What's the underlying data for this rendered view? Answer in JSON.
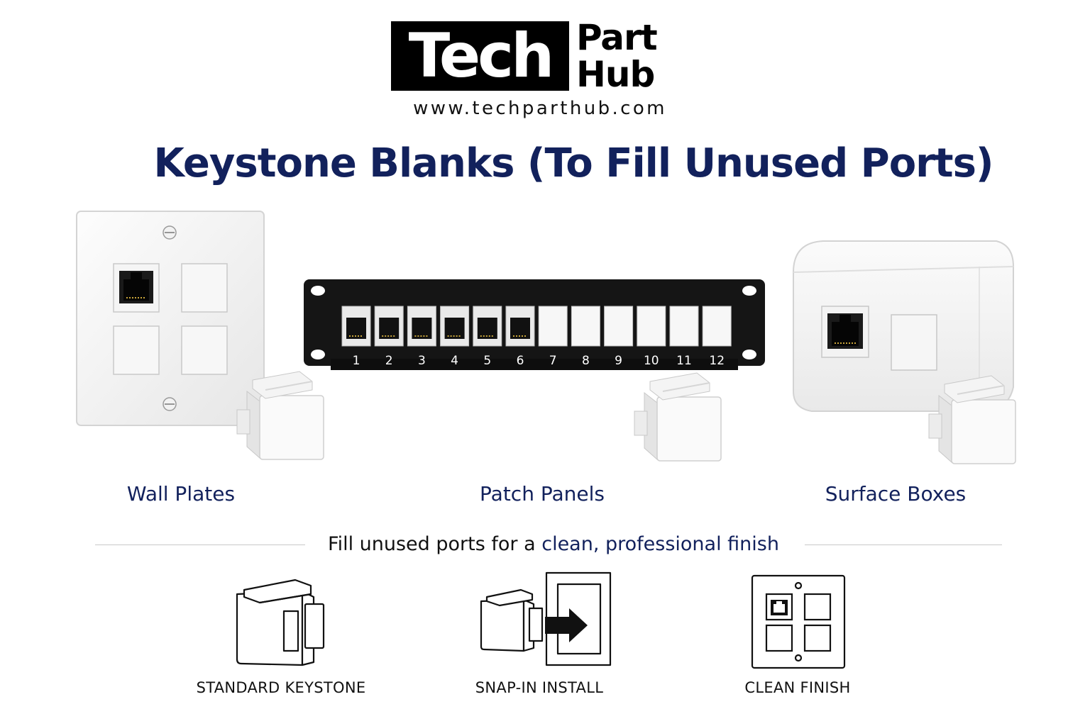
{
  "brand": {
    "logo_tech": "Tech",
    "logo_part": "Part",
    "logo_hub": "Hub",
    "url": "www.techparthub.com"
  },
  "title": "Keystone Blanks (To Fill Unused Ports)",
  "categories": [
    {
      "label": "Wall Plates"
    },
    {
      "label": "Patch Panels"
    },
    {
      "label": "Surface Boxes"
    }
  ],
  "patch_panel": {
    "port_numbers": [
      "1",
      "2",
      "3",
      "4",
      "5",
      "6",
      "7",
      "8",
      "9",
      "10",
      "11",
      "12"
    ],
    "jacks_filled": 6
  },
  "tagline": {
    "prefix": "Fill unused ports for a ",
    "accent": "clean, professional finish"
  },
  "features": [
    {
      "label": "STANDARD KEYSTONE",
      "icon": "keystone-icon"
    },
    {
      "label": "SNAP-IN INSTALL",
      "icon": "snap-in-icon"
    },
    {
      "label": "CLEAN FINISH",
      "icon": "wall-plate-icon"
    }
  ],
  "colors": {
    "accent": "#12215c",
    "panel": "#151515",
    "divider": "#c8c8c8"
  }
}
